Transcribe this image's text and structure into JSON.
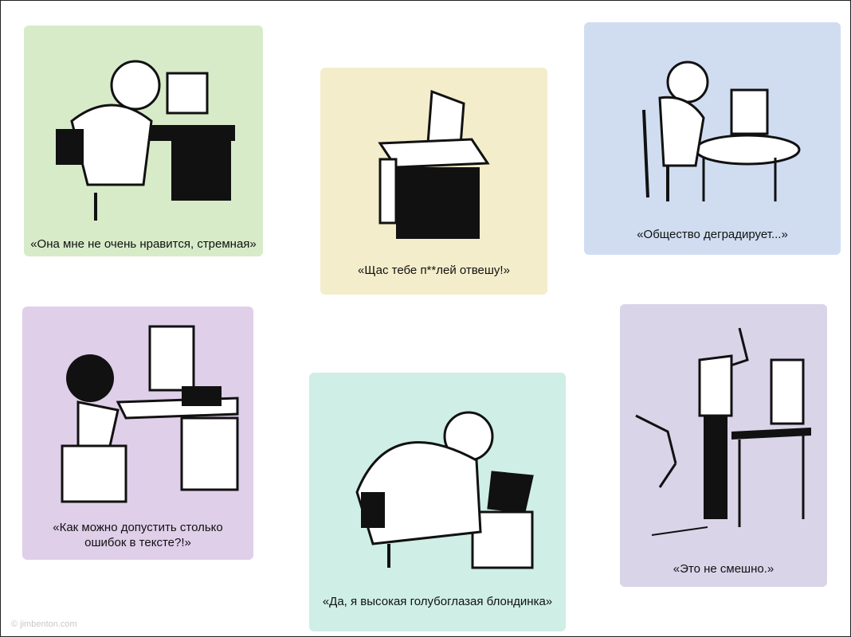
{
  "panels": [
    {
      "caption": "«Она мне не очень нравится, стремная»",
      "color": "#d7ebc9"
    },
    {
      "caption": "«Щас тебе п**лей отвешу!»",
      "color": "#f3edcb"
    },
    {
      "caption": "«Общество деградирует...»",
      "color": "#d0ddf1"
    },
    {
      "caption_line1": "«Как можно допустить столько",
      "caption_line2": "ошибок в тексте?!»",
      "color": "#dfcfe9"
    },
    {
      "caption": "«Да, я высокая голубоглазая блондинка»",
      "color": "#cfeee6"
    },
    {
      "caption": "«Это не смешно.»",
      "color": "#dad4e9"
    }
  ],
  "watermark": "© jimbenton.com"
}
